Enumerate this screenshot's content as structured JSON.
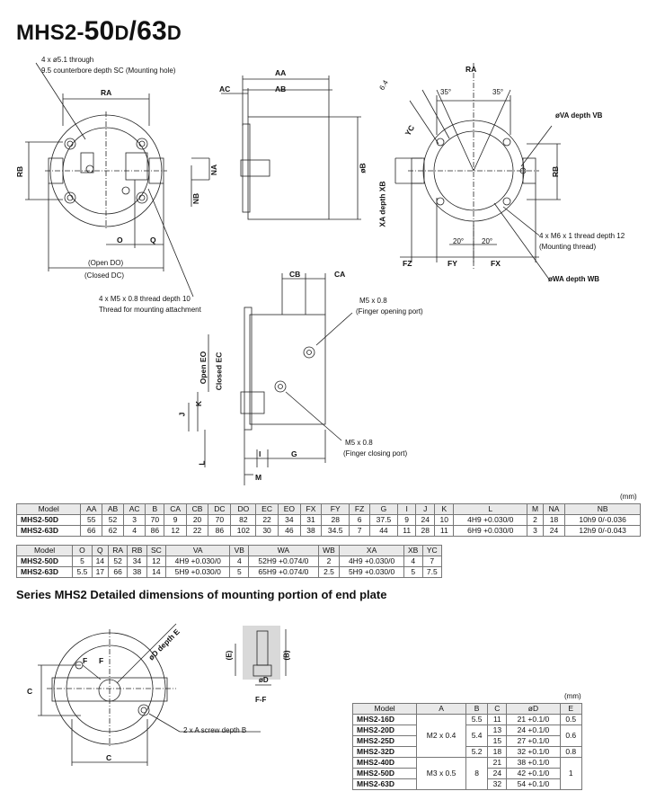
{
  "title": {
    "prefix": "MHS2-",
    "big": "50",
    "small1": "D",
    "slash": "/",
    "big2": "63",
    "small2": "D"
  },
  "callouts": {
    "mount_hole_1": "4 x ø5.1 through",
    "mount_hole_2": "9.5 counterbore depth SC (Mounting hole)",
    "open_do": "(Open DO)",
    "closed_dc": "(Closed DC)",
    "attach_1": "4 x M5 x 0.8 thread depth 10",
    "attach_2": "Thread for mounting attachment",
    "va": "øVA  depth VB",
    "thread_1": "4 x M6 x 1 thread depth 12",
    "thread_2": "(Mounting thread)",
    "wa": "øWA depth WB",
    "finger_open_1": "M5 x 0.8",
    "finger_open_2": "(Finger opening port)",
    "finger_close_1": "M5 x 0.8",
    "finger_close_2": "(Finger closing port)",
    "screw": "2 x A screw depth B"
  },
  "dims": {
    "ra": "RA",
    "rb": "RB",
    "na": "NA",
    "nb": "NB",
    "o": "O",
    "q": "Q",
    "ac": "AC",
    "ab": "AB",
    "aa": "AA",
    "b": "øB",
    "angle1": "35°",
    "angle2": "35°",
    "angle3": "20°",
    "angle4": "20°",
    "six4": "6.4",
    "yc": "YC",
    "xa_xb": "XA  depth XB",
    "fz": "FZ",
    "fy": "FY",
    "fx": "FX",
    "cb": "CB",
    "ca": "CA",
    "eo": "Open EO",
    "ec": "Closed EC",
    "j": "J",
    "k": "K",
    "l": "L",
    "i": "I",
    "g": "G",
    "m": "M",
    "c": "C",
    "od_depth_e": "øD depth E",
    "f1": "F",
    "f2": "F",
    "e_paren": "(E)",
    "b_paren": "(B)",
    "od": "øD",
    "ff": "F-F"
  },
  "table1": {
    "unit": "(mm)",
    "headers": [
      "Model",
      "AA",
      "AB",
      "AC",
      "B",
      "CA",
      "CB",
      "DC",
      "DO",
      "EC",
      "EO",
      "FX",
      "FY",
      "FZ",
      "G",
      "I",
      "J",
      "K",
      "L",
      "M",
      "NA",
      "NB"
    ],
    "rows": [
      [
        "MHS2-50D",
        "55",
        "52",
        "3",
        "70",
        "9",
        "20",
        "70",
        "82",
        "22",
        "34",
        "31",
        "28",
        "6",
        "37.5",
        "9",
        "24",
        "10",
        "4H9 +0.030/0",
        "2",
        "18",
        "10h9 0/-0.036"
      ],
      [
        "MHS2-63D",
        "66",
        "62",
        "4",
        "86",
        "12",
        "22",
        "86",
        "102",
        "30",
        "46",
        "38",
        "34.5",
        "7",
        "44",
        "11",
        "28",
        "11",
        "6H9 +0.030/0",
        "3",
        "24",
        "12h9 0/-0.043"
      ]
    ]
  },
  "table2": {
    "headers": [
      "Model",
      "O",
      "Q",
      "RA",
      "RB",
      "SC",
      "VA",
      "VB",
      "WA",
      "WB",
      "XA",
      "XB",
      "YC"
    ],
    "rows": [
      [
        "MHS2-50D",
        "5",
        "14",
        "52",
        "34",
        "12",
        "4H9 +0.030/0",
        "4",
        "52H9 +0.074/0",
        "2",
        "4H9 +0.030/0",
        "4",
        "7"
      ],
      [
        "MHS2-63D",
        "5.5",
        "17",
        "66",
        "38",
        "14",
        "5H9 +0.030/0",
        "5",
        "65H9 +0.074/0",
        "2.5",
        "5H9 +0.030/0",
        "5",
        "7.5"
      ]
    ]
  },
  "section_title": "Series MHS2  Detailed dimensions of mounting portion of end plate",
  "table3": {
    "unit": "(mm)",
    "headers": [
      "Model",
      "A",
      "B",
      "C",
      "øD",
      "E"
    ],
    "rows": [
      {
        "model": "MHS2-16D",
        "b": "5.5",
        "c": "11",
        "d": "21 +0.1/0",
        "e": "0.5"
      },
      {
        "model": "MHS2-20D",
        "b": "",
        "c": "13",
        "d": "24 +0.1/0",
        "e": ""
      },
      {
        "model": "MHS2-25D",
        "b": "",
        "c": "15",
        "d": "27 +0.1/0",
        "e": ""
      },
      {
        "model": "MHS2-32D",
        "b": "5.2",
        "c": "18",
        "d": "32 +0.1/0",
        "e": "0.8"
      },
      {
        "model": "MHS2-40D",
        "b": "",
        "c": "21",
        "d": "38 +0.1/0",
        "e": ""
      },
      {
        "model": "MHS2-50D",
        "b": "",
        "c": "24",
        "d": "42 +0.1/0",
        "e": ""
      },
      {
        "model": "MHS2-63D",
        "b": "",
        "c": "32",
        "d": "54 +0.1/0",
        "e": ""
      }
    ],
    "a_group1": "M2 x 0.4",
    "a_group2": "M3 x 0.5",
    "b_group1": "5.4",
    "b_group2": "8",
    "e_group1": "0.6",
    "e_group2": "1"
  }
}
